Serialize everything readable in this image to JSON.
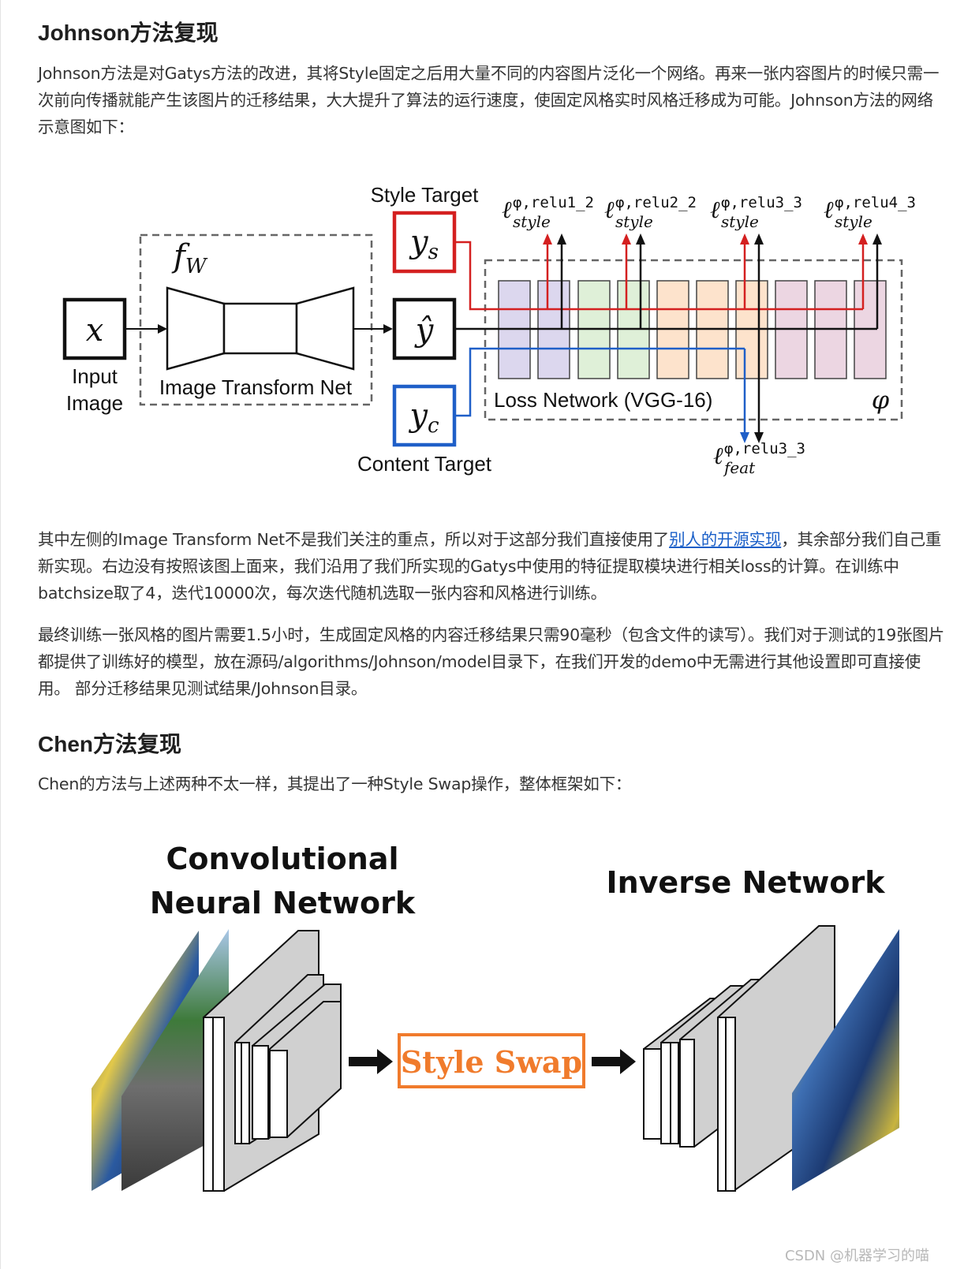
{
  "section1": {
    "heading": "Johnson方法复现",
    "intro": "Johnson方法是对Gatys方法的改进，其将Style固定之后用大量不同的内容图片泛化一个网络。再来一张内容图片的时候只需一次前向传播就能产生该图片的迁移结果，大大提升了算法的运行速度，使固定风格实时风格迁移成为可能。Johnson方法的网络示意图如下：",
    "figure": {
      "style_target_label": "Style Target",
      "content_target_label": "Content Target",
      "fw_label": "fW",
      "x_label": "x",
      "input_label_line1": "Input",
      "input_label_line2": "Image",
      "transform_net_label": "Image Transform Net",
      "yhat_label": "ŷ",
      "ys_label": "ys",
      "yc_label": "yc",
      "loss_network_label": "Loss Network (VGG-16)",
      "phi_label": "φ",
      "style_losses": [
        {
          "sup": "φ,relu1_2",
          "sub": "style"
        },
        {
          "sup": "φ,relu2_2",
          "sub": "style"
        },
        {
          "sup": "φ,relu3_3",
          "sub": "style"
        },
        {
          "sup": "φ,relu4_3",
          "sub": "style"
        }
      ],
      "feat_loss": {
        "sup": "φ,relu3_3",
        "sub": "feat"
      },
      "colors": {
        "style": "#d42020",
        "content": "#1f5fc8",
        "layer_purple": "#dcd7ee",
        "layer_green": "#dff0d8",
        "layer_orange": "#fde3cc",
        "layer_pink": "#ecd6e2"
      }
    }
  },
  "para2": {
    "before_link": "其中左侧的Image Transform Net不是我们关注的重点，所以对于这部分我们直接使用了",
    "link_text": "别人的开源实现",
    "after_link": "，其余部分我们自己重新实现。右边没有按照该图上面来，我们沿用了我们所实现的Gatys中使用的特征提取模块进行相关loss的计算。在训练中batchsize取了4，迭代10000次，每次迭代随机选取一张内容和风格进行训练。"
  },
  "para3": "最终训练一张风格的图片需要1.5小时，生成固定风格的内容迁移结果只需90毫秒（包含文件的读写）。我们对于测试的19张图片都提供了训练好的模型，放在源码/algorithms/Johnson/model目录下，在我们开发的demo中无需进行其他设置即可直接使用。 部分迁移结果见测试结果/Johnson目录。",
  "section2": {
    "heading": "Chen方法复现",
    "intro": "Chen的方法与上述两种不太一样，其提出了一种Style Swap操作，整体框架如下：",
    "figure": {
      "cnn_label_line1": "Convolutional",
      "cnn_label_line2": "Neural Network",
      "inverse_label": "Inverse Network",
      "style_swap_label": "Style Swap",
      "colors": {
        "swap": "#f07b2c"
      }
    }
  },
  "watermark": "CSDN @机器学习的喵"
}
